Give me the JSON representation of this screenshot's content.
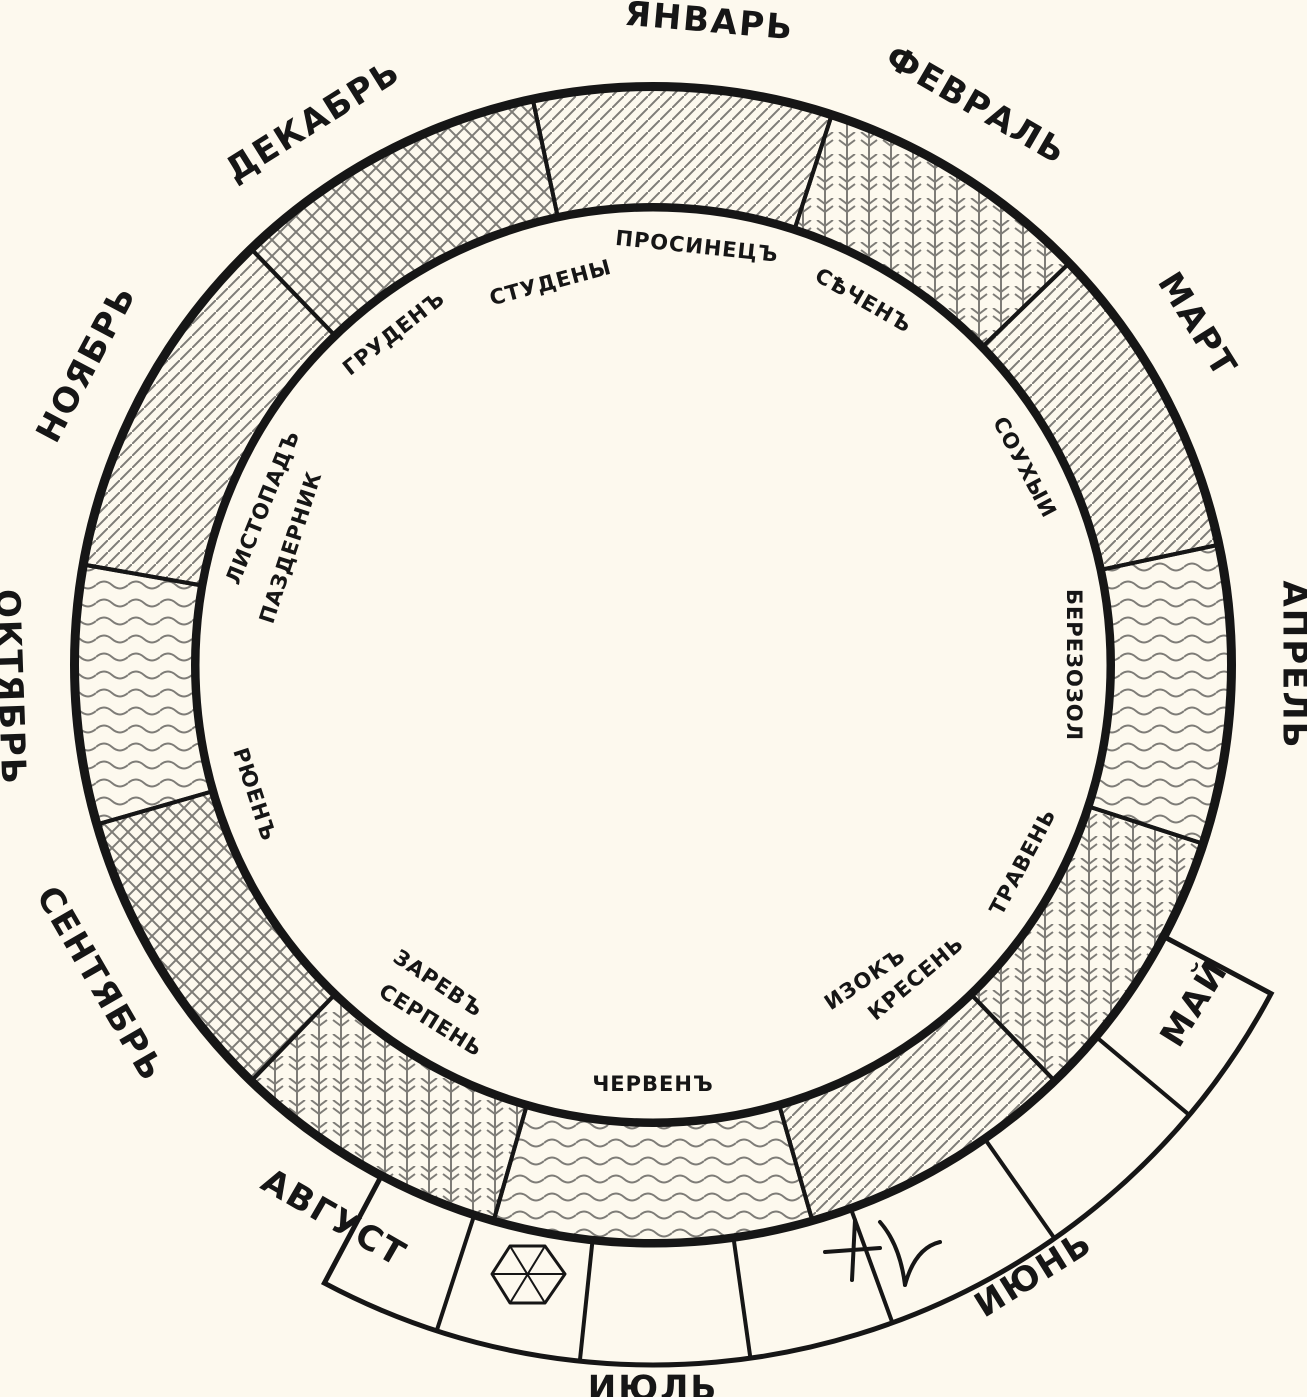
{
  "colors": {
    "paper": "#fdf9ee",
    "ink": "#161616"
  },
  "outer_months": {
    "january": "ЯНВАРЬ",
    "february": "ФЕВРАЛЬ",
    "march": "МАРТ",
    "april": "АПРЕЛЬ",
    "may": "МАЙ",
    "june": "ИЮНЬ",
    "july": "ИЮЛЬ",
    "august": "АВГУСТ",
    "september": "СЕНТЯБРЬ",
    "october": "ОКТЯБРЬ",
    "november": "НОЯБРЬ",
    "december": "ДЕКАБРЬ"
  },
  "old_names": {
    "prosinets": "ПРОСИНЕЦЪ",
    "sechen": "СѢЧЕНЪ",
    "studeny": "СТУДЕНЫ",
    "grudenm": "ГРУДЕНЪ",
    "listopad": "ЛИСТОПАДЪ",
    "pazdernik": "ПАЗДЕРНИК",
    "ryuen": "РЮЕНЪ",
    "sukhiy": "СОУХЫИ",
    "berezozol": "БЕРЕЗОЗОЛ",
    "traven": "ТРАВЕНЬ",
    "kresen": "КРЕСЕНЬ",
    "izok": "ИЗОКЪ",
    "cherven": "ЧЕРВЕНЪ",
    "serpen": "СЕРПЕНЬ",
    "zarev": "ЗАРЕВЪ"
  },
  "icons": [
    "sun-wheel-icon",
    "cross-icon",
    "sprout-icon"
  ]
}
